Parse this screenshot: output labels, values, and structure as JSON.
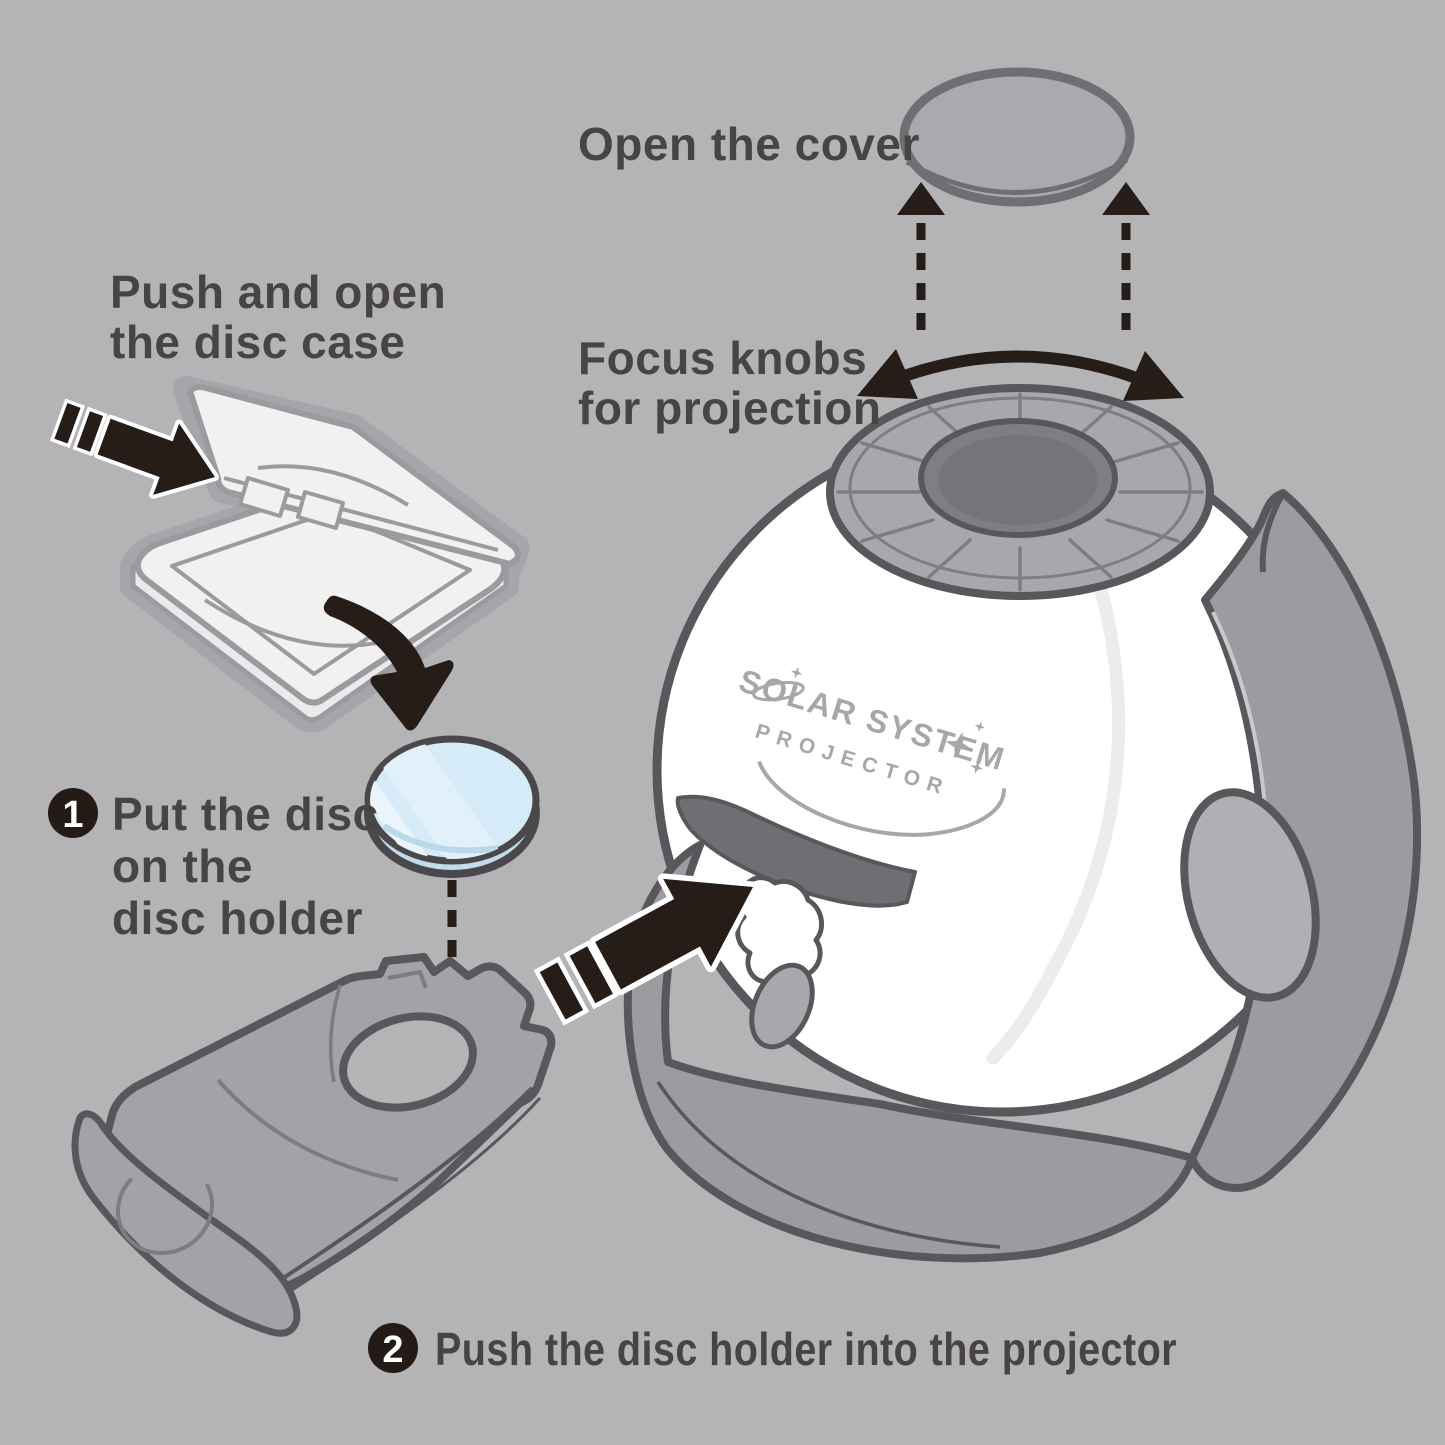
{
  "colors": {
    "background": "#b4b3b6",
    "text": "#474443",
    "arrow_black": "#261d18",
    "outline_dark": "#59575b",
    "outline_mid": "#6f6e72",
    "gray_part": "#9c9b9f",
    "gray_light_part": "#a8a7ab",
    "white_body": "#ffffff",
    "case_fill": "#f1f1f2",
    "case_outline": "#9b9a9e",
    "case_halo": "#a6a5a9",
    "disc_fill": "#d6ebf8",
    "disc_rim": "#c3dcec",
    "disc_highlight": "#e9f4fb",
    "disc_outline": "#4a484b",
    "slot_dark": "#6f6e72",
    "logo_gray": "#a7a6a9",
    "badge_bg": "#241b17",
    "badge_text": "#ffffff"
  },
  "annotations": {
    "open_cover": "Open the cover",
    "focus_line1": "Focus knobs",
    "focus_line2": "for projection",
    "push_case_line1": "Push and open",
    "push_case_line2": "the disc case",
    "step1_number": "1",
    "step1_line1": "Put the disc",
    "step1_line2": "on the",
    "step1_line3": "disc holder",
    "step2_number": "2",
    "step2_text": "Push the disc holder into the projector"
  },
  "device": {
    "logo_line1": "SOLAR SYSTEM",
    "logo_line2": "PROJECTOR"
  }
}
